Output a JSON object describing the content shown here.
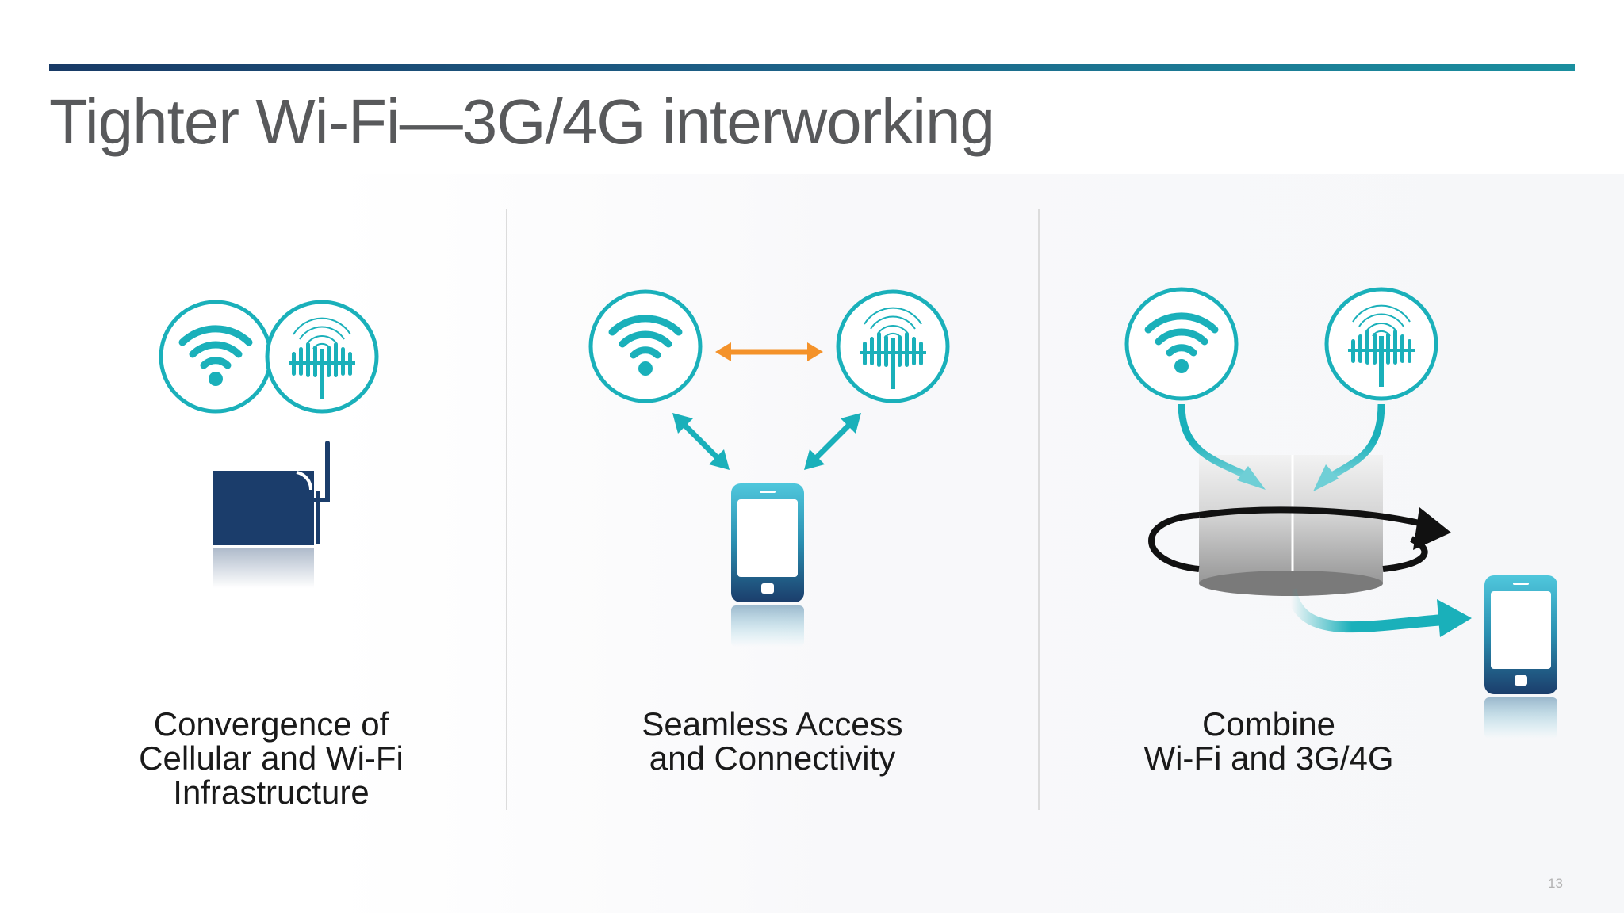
{
  "slide": {
    "title": "Tighter Wi-Fi—3G/4G interworking",
    "page_number": "13"
  },
  "columns": [
    {
      "caption_lines": [
        "Convergence of",
        "Cellular and Wi-Fi",
        "Infrastructure"
      ]
    },
    {
      "caption_lines": [
        "Seamless Access",
        "and Connectivity"
      ]
    },
    {
      "caption_lines": [
        "Combine",
        "Wi-Fi and 3G/4G"
      ]
    }
  ],
  "colors": {
    "teal": "#1ab0ba",
    "navy": "#1b3d6b",
    "orange": "#f4922a",
    "title_gray": "#58595b"
  }
}
